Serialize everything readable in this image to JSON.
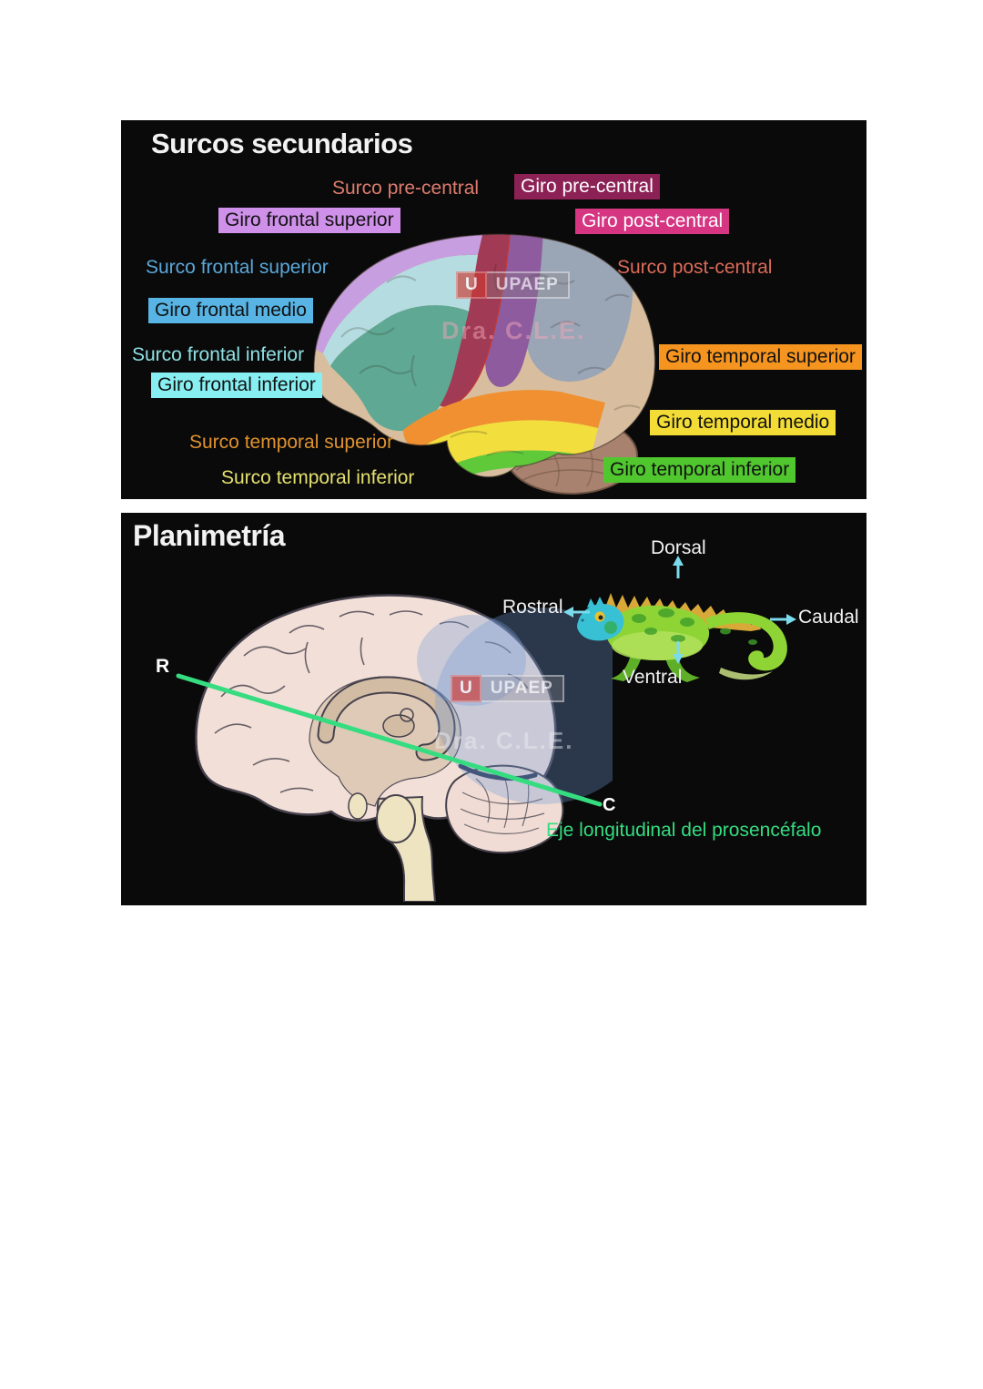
{
  "colors": {
    "slide_bg": "#0a0a0a",
    "axis_green": "#35dd80",
    "arrow_cyan": "#7adbec",
    "lateral": {
      "base": "#d8be9e",
      "sup_frontal": "#c79fe0",
      "mid_frontal": "#b5dce0",
      "inf_frontal": "#5fa893",
      "precentral": "#a03a55",
      "postcentral": "#8e5c9e",
      "parietal": "#9aa5b5",
      "sup_temporal": "#f09030",
      "mid_temporal": "#f2de3c",
      "inf_temporal": "#5fc93a",
      "cerebellum": "#a8826e"
    },
    "sagittal": {
      "cortex": "#f2dfd8",
      "inner": "#dcc8b4",
      "ring": "#d2bca4",
      "stem": "#eee4c2",
      "outline": "#46414c",
      "cloud": "rgba(115,155,215,0.32)",
      "vein": "#2c3552"
    },
    "iguana": {
      "body": "#8fd435",
      "belly": "#b2e05a",
      "patch": "#3f9e2a",
      "head": "#38c0d4",
      "spike": "#d8a838",
      "leg": "#5fae28",
      "eye": "#e8c030",
      "cheek": "#34b06a",
      "tail_fin": "#d4ec8a"
    }
  },
  "slide1": {
    "title": "Surcos secundarios",
    "labels": [
      {
        "text": "Surco pre-central",
        "fg": "#dd7c6e",
        "bg": "transparent"
      },
      {
        "text": "Giro pre-central",
        "fg": "#ffffff",
        "bg": "#8c2156"
      },
      {
        "text": "Giro frontal superior",
        "fg": "#111111",
        "bg": "#ce90e8"
      },
      {
        "text": "Giro post-central",
        "fg": "#ffffff",
        "bg": "#d53581"
      },
      {
        "text": "Surco frontal superior",
        "fg": "#5ba7d9",
        "bg": "transparent"
      },
      {
        "text": "Surco post-central",
        "fg": "#db6a58",
        "bg": "transparent"
      },
      {
        "text": "Giro frontal medio",
        "fg": "#111111",
        "bg": "#57b4e4"
      },
      {
        "text": "Surco frontal inferior",
        "fg": "#8fe0e4",
        "bg": "transparent"
      },
      {
        "text": "Giro temporal superior",
        "fg": "#111111",
        "bg": "#f5941f"
      },
      {
        "text": "Giro frontal inferior",
        "fg": "#111111",
        "bg": "#87eff2"
      },
      {
        "text": "Giro temporal medio",
        "fg": "#111111",
        "bg": "#f2dc35"
      },
      {
        "text": "Surco temporal superior",
        "fg": "#e0922f",
        "bg": "transparent"
      },
      {
        "text": "Giro temporal inferior",
        "fg": "#111111",
        "bg": "#50c72e"
      },
      {
        "text": "Surco temporal inferior",
        "fg": "#e4e06e",
        "bg": "transparent"
      }
    ],
    "watermark": {
      "u": "U",
      "brand": "UPAEP",
      "credit": "Dra. C.L.E."
    }
  },
  "slide2": {
    "title": "Planimetría",
    "directions": {
      "dorsal": "Dorsal",
      "rostral": "Rostral",
      "caudal": "Caudal",
      "ventral": "Ventral"
    },
    "axis": {
      "r": "R",
      "c": "C",
      "caption": "Eje longitudinal del prosencéfalo"
    },
    "watermark": {
      "u": "U",
      "brand": "UPAEP",
      "credit": "Dra. C.L.E."
    }
  }
}
